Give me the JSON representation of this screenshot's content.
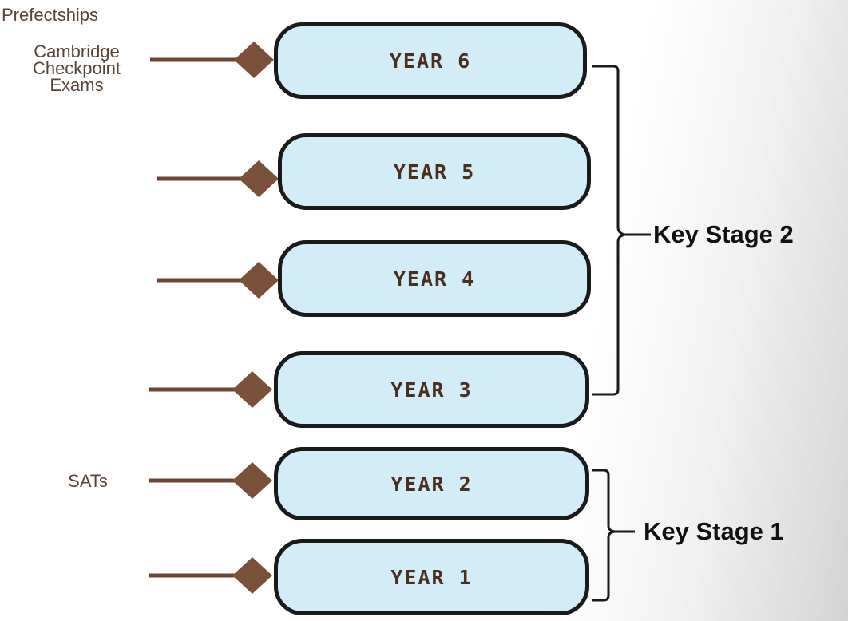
{
  "top_label": "Prefectships",
  "years": [
    {
      "label": "YEAR 6",
      "note": "Cambridge Checkpoint Exams"
    },
    {
      "label": "YEAR 5",
      "note": ""
    },
    {
      "label": "YEAR 4",
      "note": ""
    },
    {
      "label": "YEAR 3",
      "note": ""
    },
    {
      "label": "YEAR 2",
      "note": "SATs"
    },
    {
      "label": "YEAR 1",
      "note": ""
    }
  ],
  "stages": [
    {
      "label": "Key Stage 2"
    },
    {
      "label": "Key Stage 1"
    }
  ],
  "colors": {
    "pill_fill": "#d2ecf8",
    "pill_border": "#1a1a1a",
    "connector": "#6b4531",
    "text_brown": "#4a2e1e"
  }
}
